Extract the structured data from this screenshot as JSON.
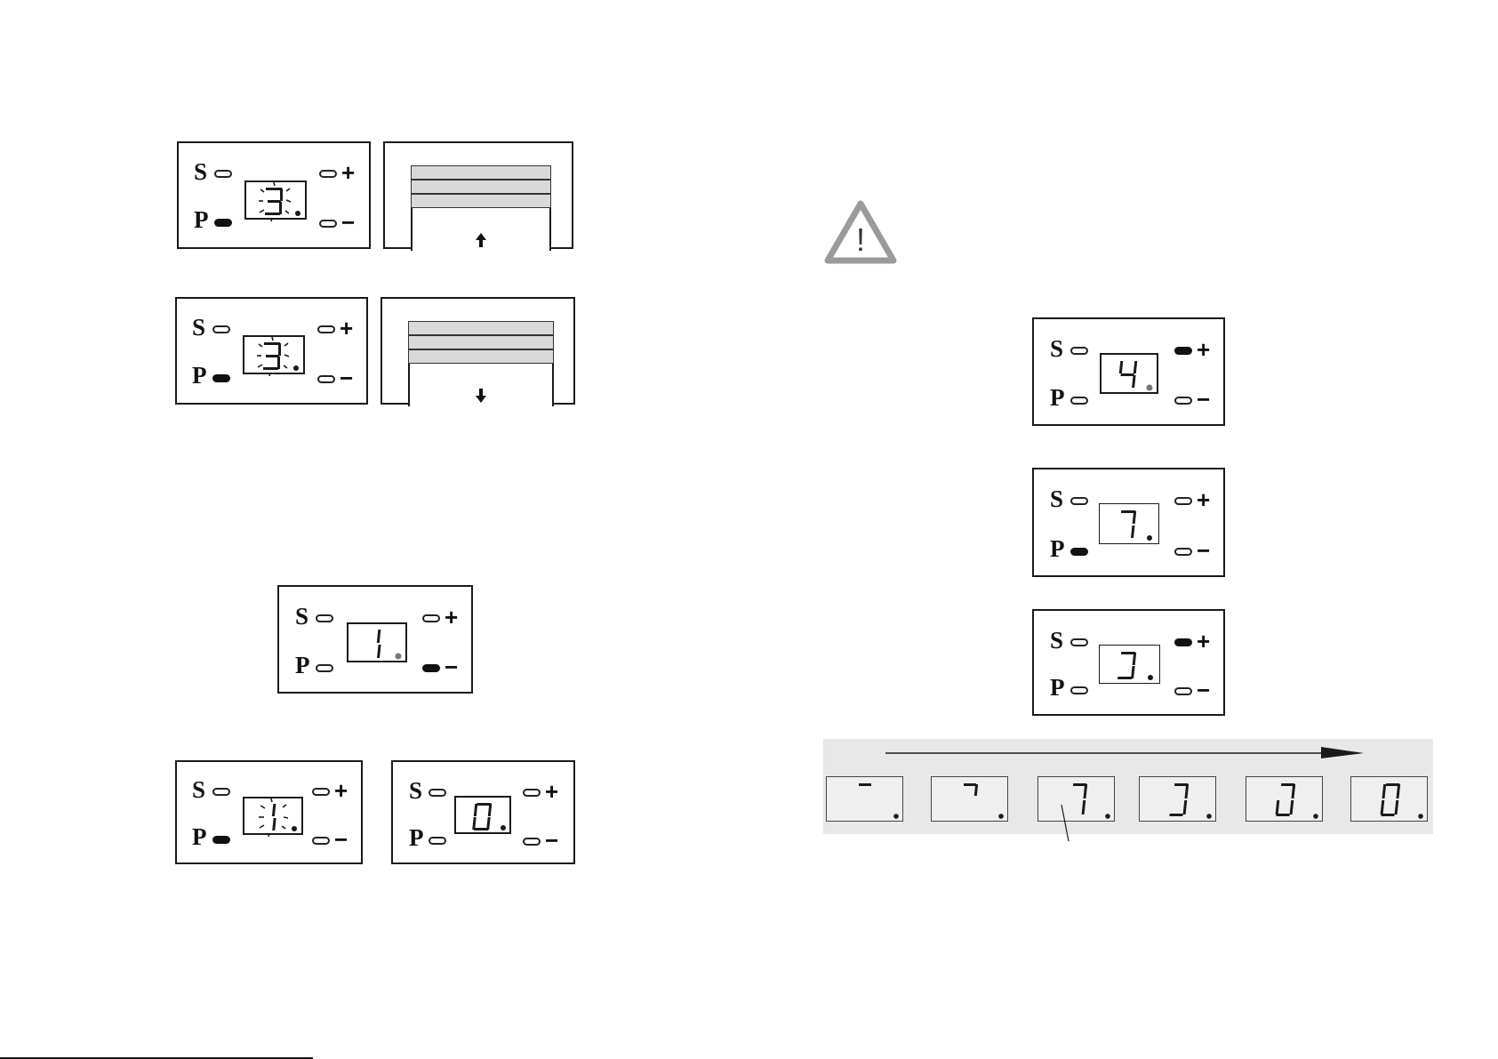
{
  "controller": {
    "set_label": "S",
    "prog_label": "P",
    "plus_label": "+",
    "minus_label": "−"
  },
  "panels": [
    {
      "id": "p1",
      "digit": "3",
      "flashing": true,
      "leds": {
        "S": false,
        "P": true,
        "plus": false,
        "minus": false
      }
    },
    {
      "id": "p2",
      "digit": "3",
      "flashing": true,
      "leds": {
        "S": false,
        "P": true,
        "plus": false,
        "minus": false
      }
    },
    {
      "id": "p3",
      "digit": "1",
      "flashing": false,
      "leds": {
        "S": false,
        "P": false,
        "plus": false,
        "minus": true
      }
    },
    {
      "id": "p4",
      "digit": "1",
      "flashing": true,
      "leds": {
        "S": false,
        "P": true,
        "plus": false,
        "minus": false
      }
    },
    {
      "id": "p5",
      "digit": "0",
      "flashing": false,
      "leds": {
        "S": false,
        "P": false,
        "plus": false,
        "minus": false
      }
    },
    {
      "id": "p6",
      "digit": "4",
      "flashing": false,
      "leds": {
        "S": false,
        "P": false,
        "plus": true,
        "minus": false
      }
    },
    {
      "id": "p7",
      "digit": "7",
      "flashing": false,
      "leds": {
        "S": false,
        "P": true,
        "plus": false,
        "minus": false
      }
    },
    {
      "id": "p8",
      "digit": "3",
      "flashing": false,
      "leds": {
        "S": false,
        "P": false,
        "plus": true,
        "minus": false
      }
    }
  ],
  "doors": [
    {
      "id": "door-up",
      "direction": "up",
      "arrow_icon": "arrow-up-icon"
    },
    {
      "id": "door-down",
      "direction": "down",
      "arrow_icon": "arrow-down-icon"
    }
  ],
  "warning": {
    "icon": "warning-triangle-icon",
    "symbol": "!"
  },
  "sequence": {
    "arrow_icon": "arrow-right-icon",
    "steps": [
      "segment-a",
      "segments-a-b",
      "digit-7",
      "segments-a-b-c-d",
      "segments-a-b-c-d-e",
      "digit-0"
    ]
  },
  "colors": {
    "line": "#1a1a1a",
    "slat": "#d9d9d9",
    "strip": "#e8e8e8",
    "warning": "#9a9a9a"
  }
}
